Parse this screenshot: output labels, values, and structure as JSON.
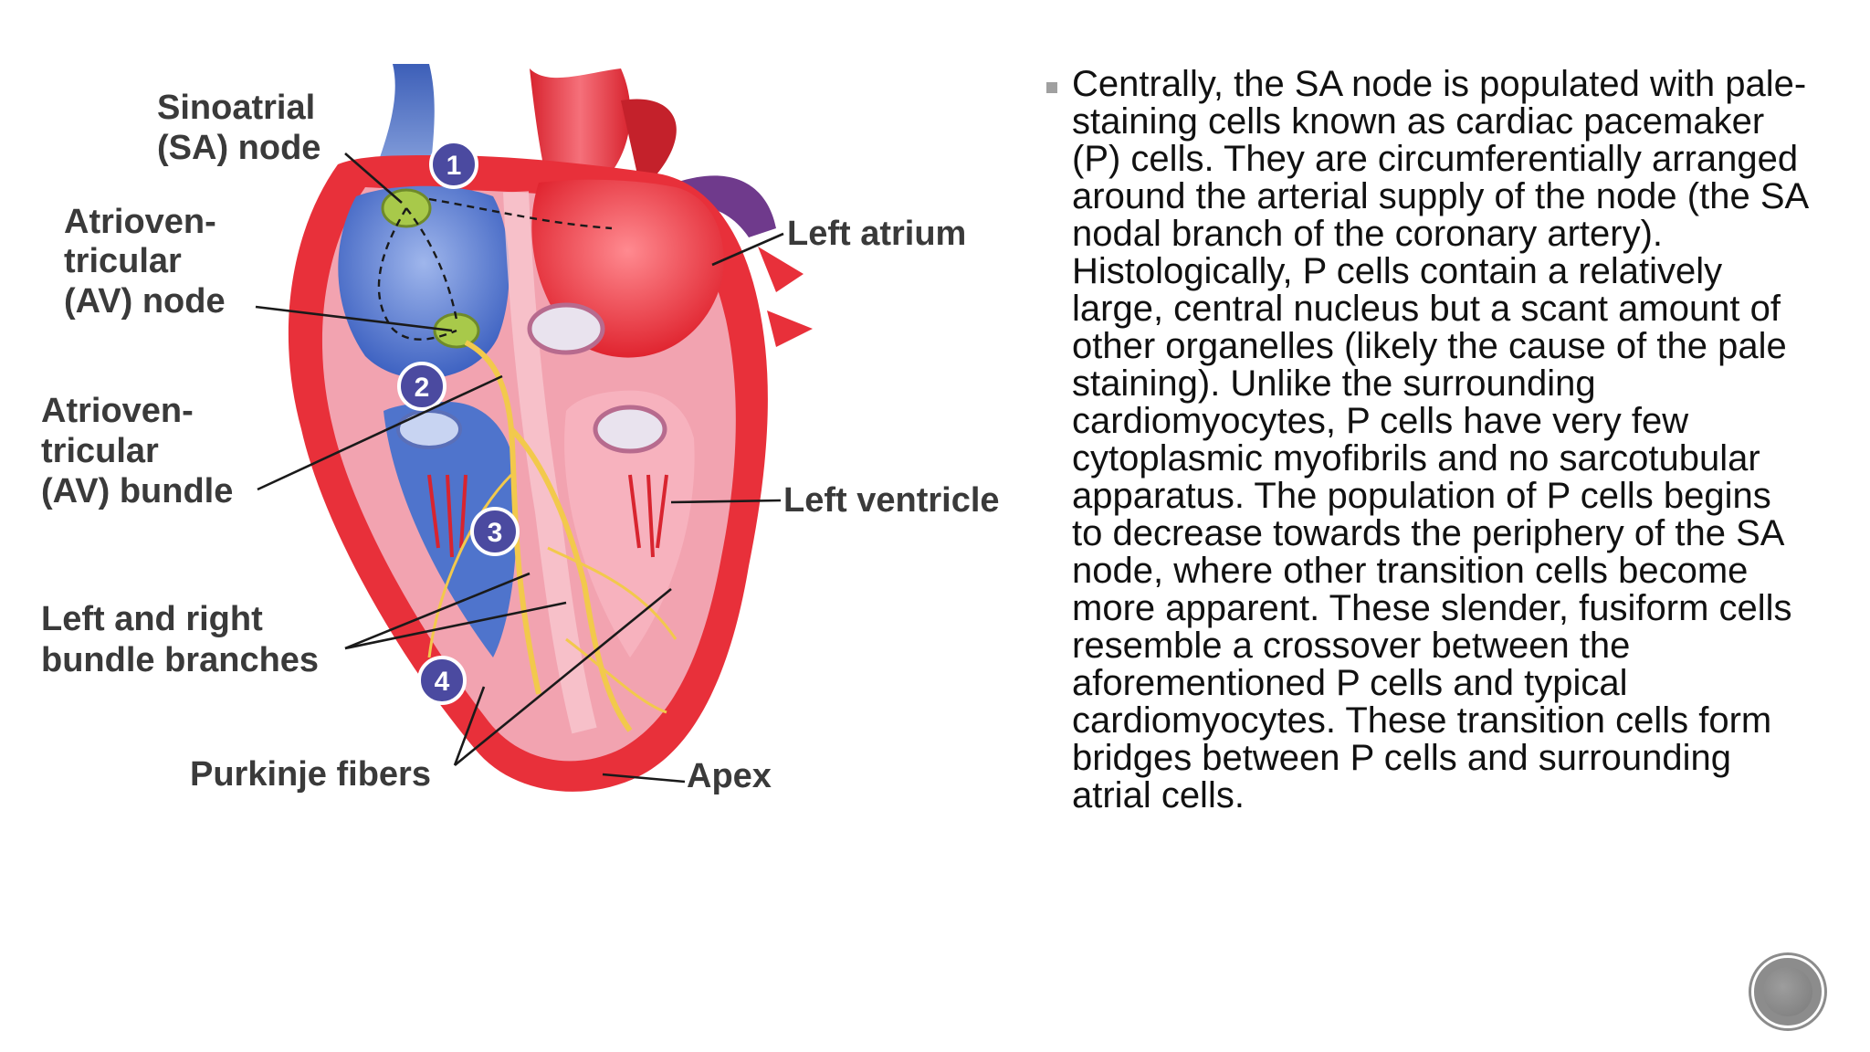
{
  "diagram": {
    "labels": {
      "sa_node": [
        "Sinoatrial",
        "(SA) node"
      ],
      "av_node": [
        "Atrioven-",
        "tricular",
        "(AV) node"
      ],
      "av_bundle": [
        "Atrioven-",
        "tricular",
        "(AV) bundle"
      ],
      "bundle_branches": [
        "Left and right",
        "bundle branches"
      ],
      "purkinje": "Purkinje fibers",
      "apex": "Apex",
      "left_atrium": "Left atrium",
      "left_ventricle": "Left ventricle"
    },
    "steps": [
      "1",
      "2",
      "3",
      "4"
    ],
    "colors": {
      "oxygenated": "#e8303a",
      "deoxygenated": "#4a6fc7",
      "muscle": "#f2a3b0",
      "conduction": "#f2c94c",
      "node": "#a8c94a",
      "step_circle": "#4b4aa0"
    }
  },
  "text": {
    "paragraph": "Centrally, the SA node is populated with pale-\nstaining cells known as cardiac pacemaker\n(P) cells. They are circumferentially arranged\naround the arterial supply of the node (the SA\nnodal branch of the coronary artery).\nHistologically, P cells contain a relatively\nlarge, central nucleus but a scant amount of\nother organelles (likely the cause of the pale\nstaining). Unlike the surrounding\ncardiomyocytes, P cells have very few\ncytoplasmic myofibrils and no sarcotubular\napparatus. The population of P cells begins\nto decrease towards the periphery of the SA\nnode, where other transition cells become\nmore apparent. These slender, fusiform cells\nresemble a crossover between the\naforementioned P cells and typical\ncardiomyocytes. These transition cells form\nbridges between P cells and surrounding\natrial cells."
  },
  "nav": {
    "icon": "circle-nav-icon"
  }
}
